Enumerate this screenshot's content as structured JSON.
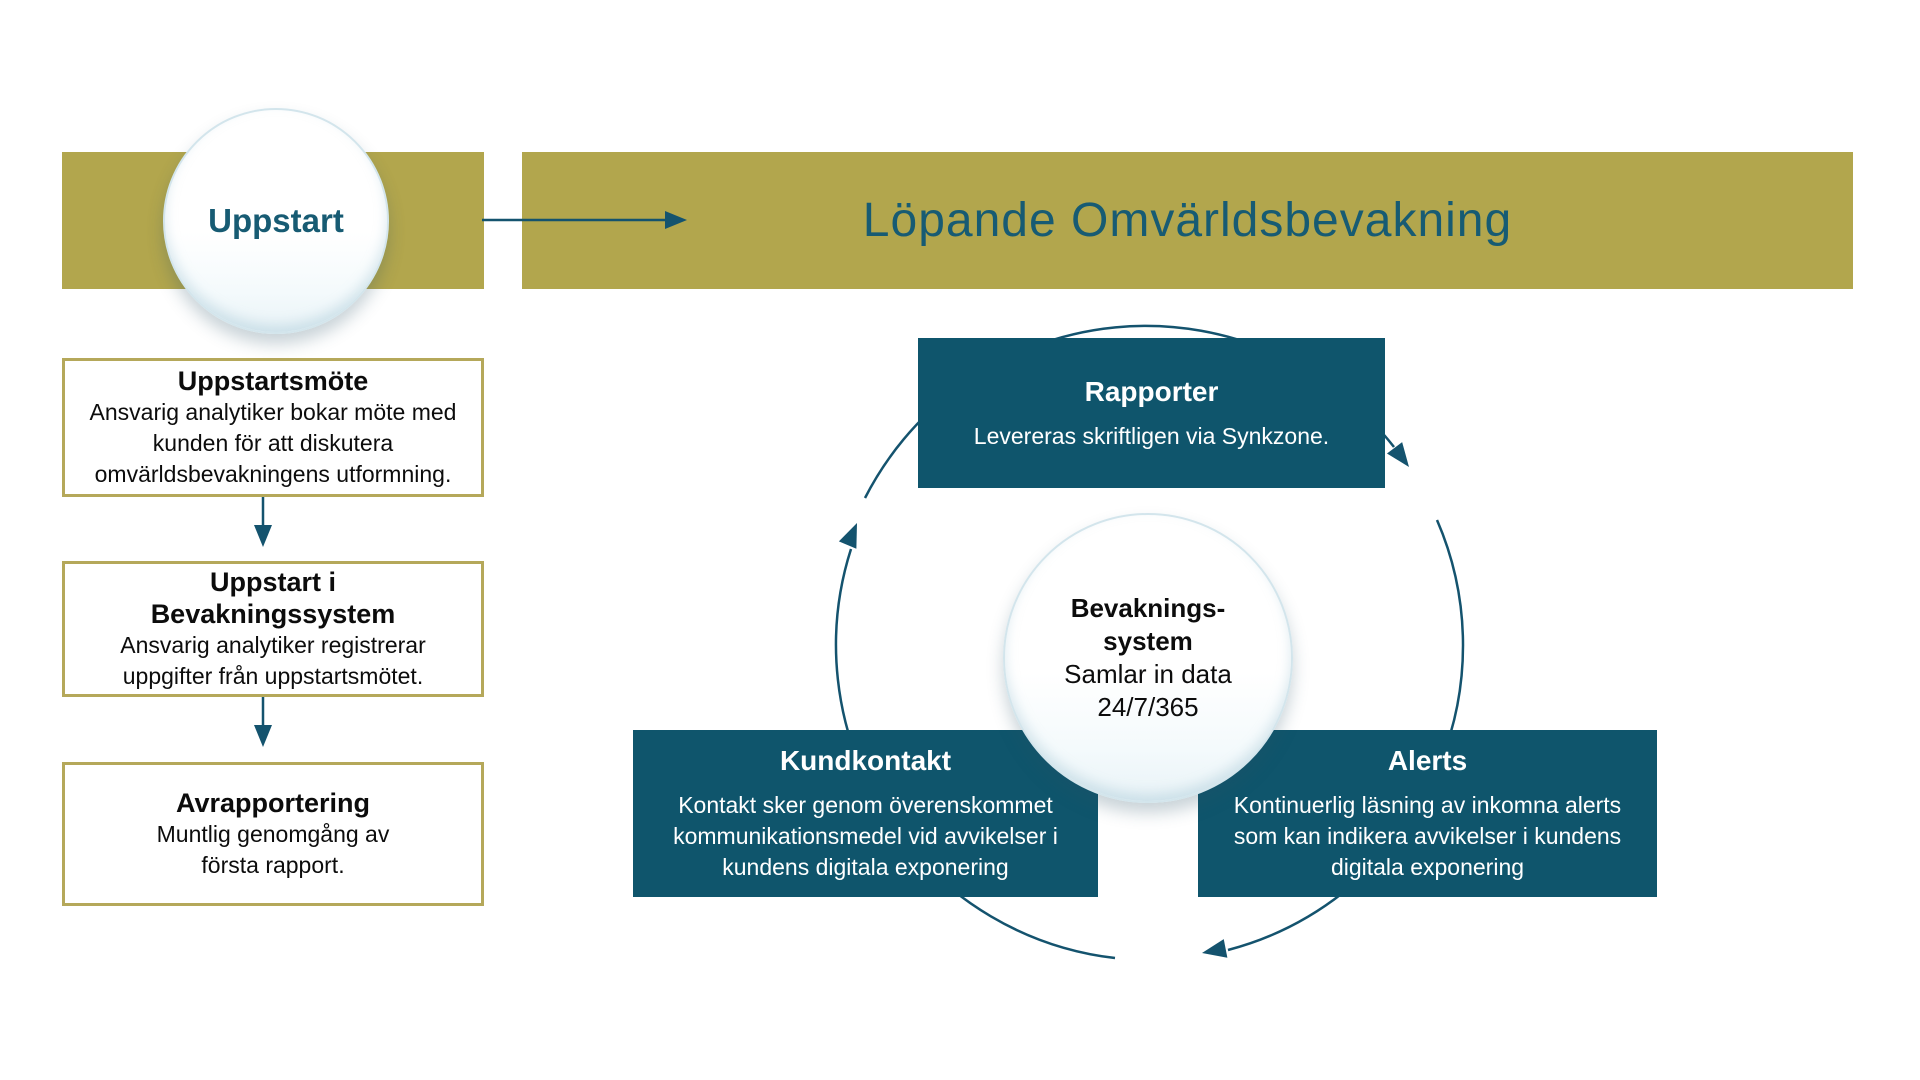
{
  "palette": {
    "olive": "#b2a64d",
    "teal_box": "#0f556c",
    "teal_accent": "#14536e",
    "teal_text": "#175b73",
    "gold_border": "#b5a85a",
    "text_dark": "#0c0c0c",
    "white": "#ffffff"
  },
  "banners": {
    "uppstart_label": "Uppstart",
    "main_label": "Löpande Omvärldsbevakning"
  },
  "left_steps": [
    {
      "title": "Uppstartsmöte",
      "body": "Ansvarig analytiker bokar möte med\nkunden för att diskutera\nomvärldsbevakningens utformning."
    },
    {
      "title": "Uppstart i\nBevakningssystem",
      "body": "Ansvarig analytiker registrerar\nuppgifter från uppstartsmötet."
    },
    {
      "title": "Avrapportering",
      "body": "Muntlig genomgång av\nförsta rapport."
    }
  ],
  "cycle": {
    "center": {
      "title": "Bevaknings-\nsystem",
      "body": "Samlar in data\n24/7/365"
    },
    "nodes": [
      {
        "title": "Rapporter",
        "body": "Levereras skriftligen via Synkzone."
      },
      {
        "title": "Kundkontakt",
        "body": "Kontakt sker genom överenskommet\nkommunikationsmedel vid avvikelser i\nkundens digitala exponering"
      },
      {
        "title": "Alerts",
        "body": "Kontinuerlig läsning av inkomna alerts\nsom kan indikera avvikelser i kundens\ndigitala exponering"
      }
    ]
  }
}
